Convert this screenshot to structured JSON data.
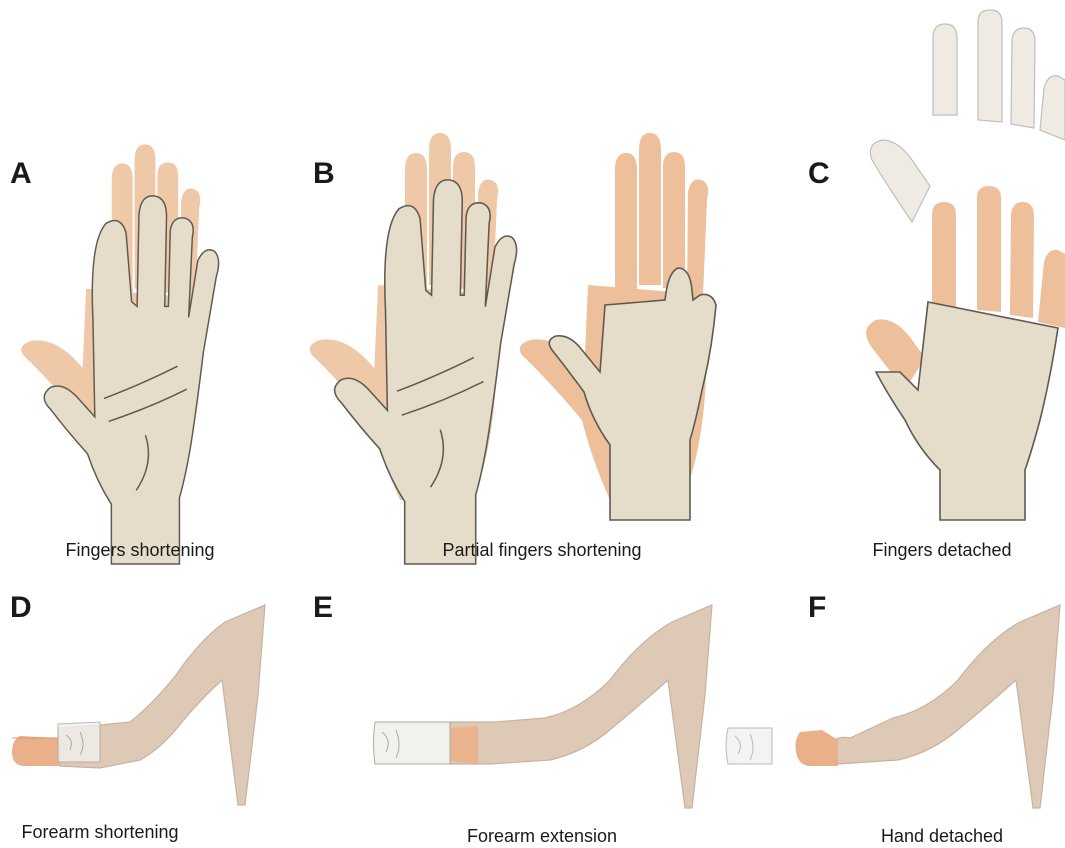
{
  "panels": {
    "A": {
      "letter": "A",
      "caption": "Fingers shortening"
    },
    "B": {
      "letter": "B",
      "caption": "Partial fingers shortening"
    },
    "C": {
      "letter": "C",
      "caption": "Fingers detached"
    },
    "D": {
      "letter": "D",
      "caption": "Forearm shortening"
    },
    "E": {
      "letter": "E",
      "caption": "Forearm extension"
    },
    "F": {
      "letter": "F",
      "caption": "Hand detached"
    }
  },
  "colors": {
    "skin_orange": "#edbf9a",
    "skin_gray": "#e5dcc9",
    "outline": "#5e5a52",
    "arm": "#ddc9b6",
    "arm_line": "#c7b3a0",
    "hand_orange": "#eab08a",
    "ghost": "#f1f1ee",
    "ghost_line": "#a9aaa6"
  }
}
